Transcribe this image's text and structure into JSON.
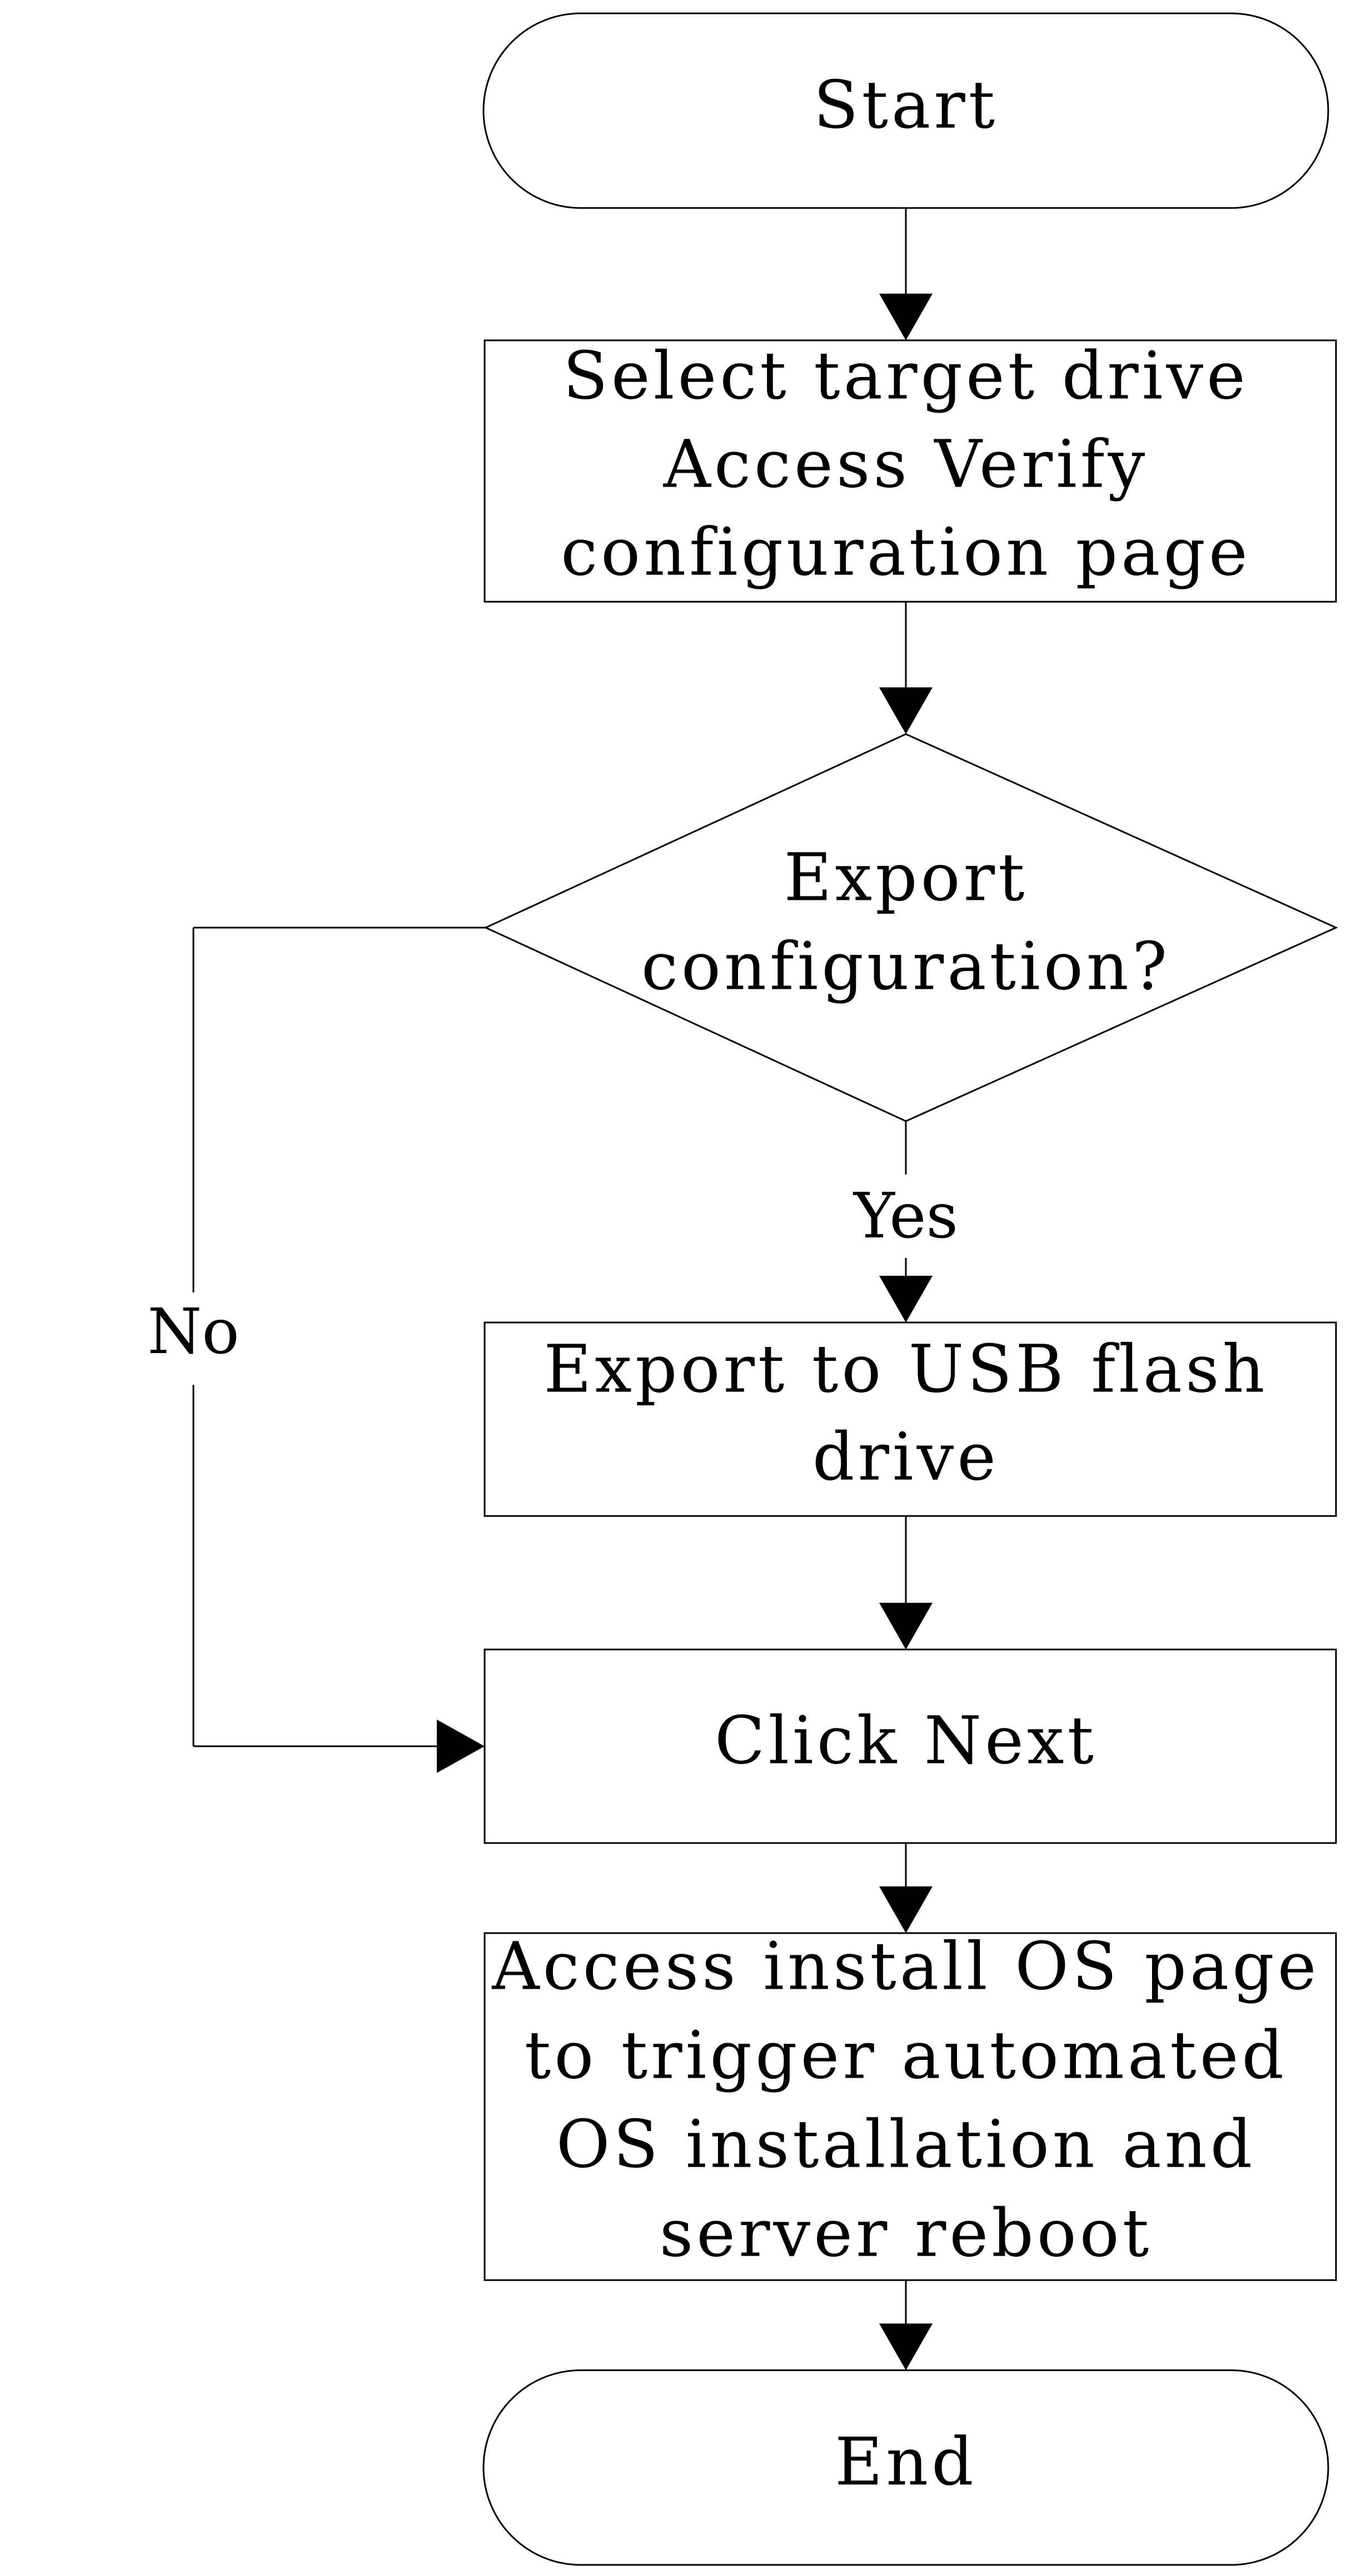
{
  "nodes": {
    "start": {
      "label": "Start"
    },
    "select_drive": {
      "lines": [
        "Select target drive",
        "Access Verify",
        "configuration page"
      ]
    },
    "decision": {
      "lines": [
        "Export",
        "configuration?"
      ]
    },
    "export_usb": {
      "lines": [
        "Export to USB flash",
        "drive"
      ]
    },
    "click_next": {
      "label": "Click Next"
    },
    "install_os": {
      "lines": [
        "Access install OS page",
        "to trigger automated",
        "OS installation and",
        "server reboot"
      ]
    },
    "end": {
      "label": "End"
    }
  },
  "edges": {
    "yes_label": "Yes",
    "no_label": "No"
  },
  "colors": {
    "stroke": "#000000",
    "fill": "#ffffff"
  }
}
